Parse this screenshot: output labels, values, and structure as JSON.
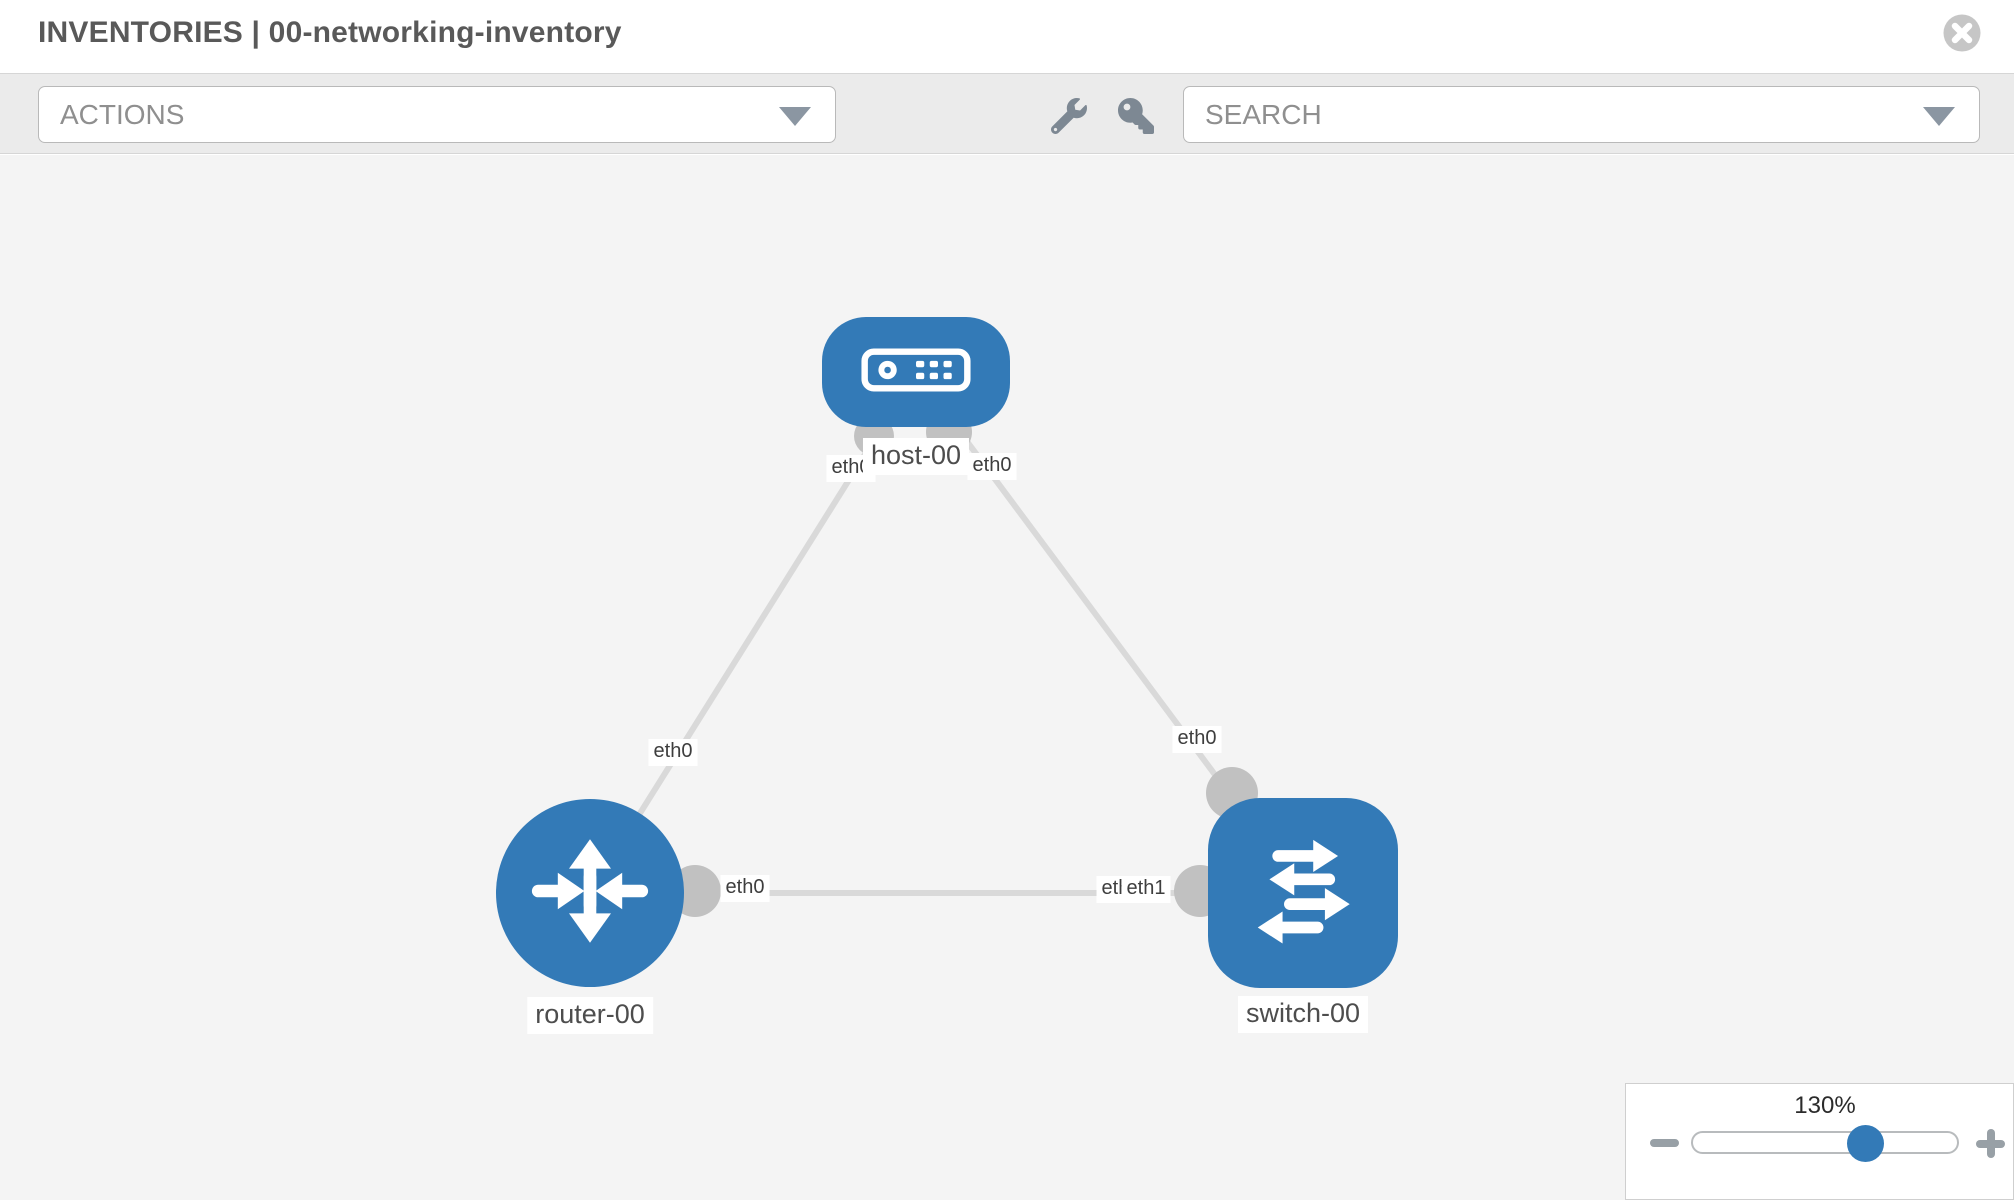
{
  "header": {
    "title": "INVENTORIES | 00-networking-inventory"
  },
  "toolbar": {
    "actions_label": "ACTIONS",
    "search_label": "SEARCH",
    "icons": [
      "wrench-icon",
      "key-icon"
    ]
  },
  "topology": {
    "nodes": [
      {
        "id": "host-00",
        "type": "host",
        "label": "host-00"
      },
      {
        "id": "router-00",
        "type": "router",
        "label": "router-00"
      },
      {
        "id": "switch-00",
        "type": "switch",
        "label": "switch-00"
      }
    ],
    "links": [
      {
        "from": "host-00",
        "to": "router-00",
        "from_if": "eth0",
        "to_if": "eth0"
      },
      {
        "from": "host-00",
        "to": "switch-00",
        "from_if": "eth0",
        "to_if": "eth0"
      },
      {
        "from": "router-00",
        "to": "switch-00",
        "from_if": "eth0",
        "to_if": "eth1",
        "to_if_overlapped": "eth0"
      }
    ]
  },
  "zoom_control": {
    "level_label": "130%",
    "percent_along_track": 65
  },
  "colors": {
    "node_blue": "#337ab7",
    "link_gray": "#d9d9d9",
    "connector_gray": "#c1c1c1",
    "toolbar_bg": "#ebebeb",
    "canvas_bg": "#f4f4f4"
  }
}
